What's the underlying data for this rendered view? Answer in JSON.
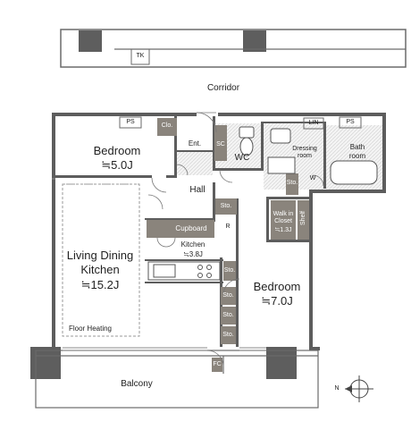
{
  "labels": {
    "tk": "TK",
    "corridor": "Corridor",
    "ps_left": "PS",
    "clo": "Clo.",
    "ps_right": "PS",
    "lin": "LIN",
    "ent": "Ent.",
    "sc": "SC",
    "wc": "WC",
    "dressing_room": "Dressing\nroom",
    "bath_room": "Bath\nroom",
    "bedroom1_name": "Bedroom",
    "bedroom1_size": "≒5.0J",
    "hall": "Hall",
    "sto_hall": "Sto.",
    "sto_dressing": "Sto.",
    "w": "W",
    "cupboard": "Cupboard",
    "r": "R",
    "walk_in_closet": "Walk in\nCloset",
    "walk_in_closet_size": "≒1.3J",
    "shelf": "Shelf",
    "kitchen_name": "Kitchen",
    "kitchen_size": "≒3.8J",
    "living_name": "Living Dining\nKitchen",
    "living_size": "≒15.2J",
    "sto_kitchen": "Sto.",
    "bedroom2_name": "Bedroom",
    "bedroom2_size": "≒7.0J",
    "sto_1": "Sto.",
    "sto_2": "Sto.",
    "sto_3": "Sto.",
    "floor_heating": "Floor Heating",
    "fc": "FC",
    "balcony": "Balcony",
    "north": "N"
  },
  "colors": {
    "wall": "#5d5d5d",
    "storage": "#8a847c",
    "hatch": "#eeeeee",
    "text": "#222222"
  }
}
